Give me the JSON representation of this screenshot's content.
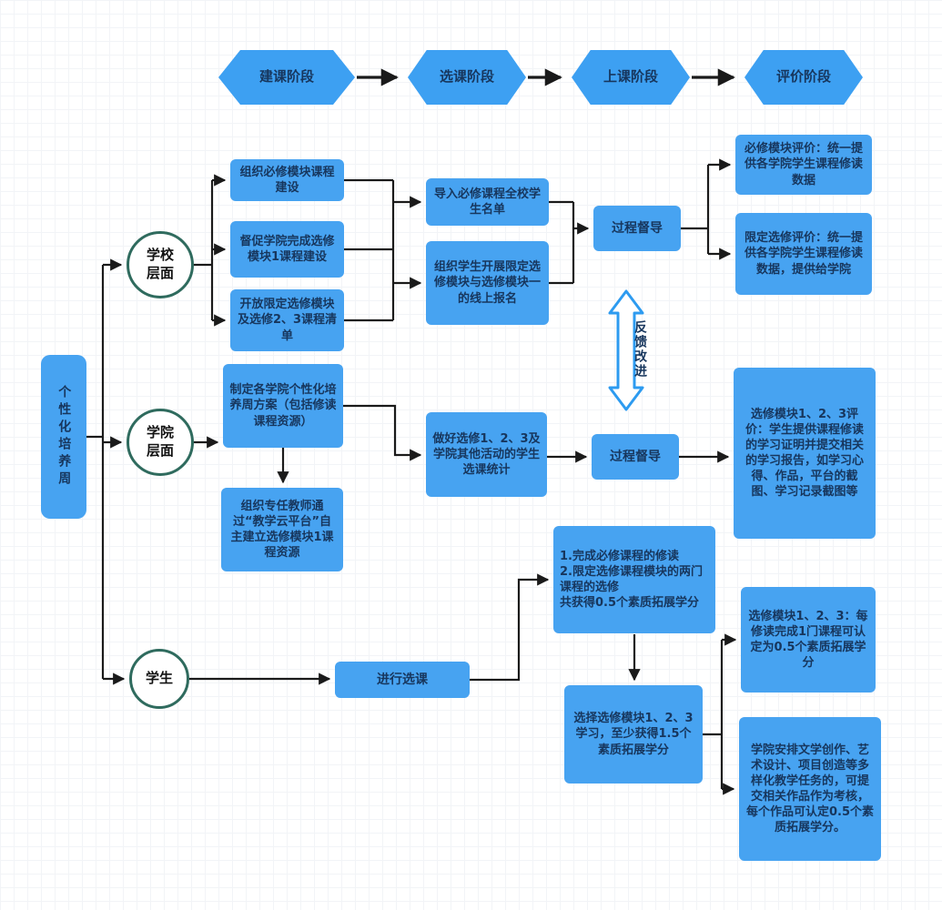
{
  "colors": {
    "node_fill": "#47a3f1",
    "hex_fill": "#3da0f2",
    "node_text": "#17365d",
    "circle_border": "#2f6b5e",
    "connector": "#1a1a1a",
    "feedback_stroke": "#2d9bf0"
  },
  "phases": [
    {
      "label": "建课阶段"
    },
    {
      "label": "选课阶段"
    },
    {
      "label": "上课阶段"
    },
    {
      "label": "评价阶段"
    }
  ],
  "root": {
    "label": "个性化培养周"
  },
  "levels": {
    "school": "学校层面",
    "college": "学院层面",
    "student": "学生"
  },
  "school": {
    "tasks": [
      {
        "label": "组织必修模块课程建设"
      },
      {
        "label": "督促学院完成选修模块1课程建设"
      },
      {
        "label": "开放限定选修模块及选修2、3课程清单"
      }
    ],
    "actions": [
      {
        "label": "导入必修课程全校学生名单"
      },
      {
        "label": "组织学生开展限定选修模块与选修模块一的线上报名"
      }
    ],
    "supervision": "过程督导",
    "evaluations": [
      {
        "label": "必修模块评价：统一提供各学院学生课程修读数据"
      },
      {
        "label": "限定选修评价：统一提供各学院学生课程修读数据，提供给学院"
      }
    ]
  },
  "feedback": {
    "label": "反馈改进"
  },
  "college": {
    "plan": "制定各学院个性化培养周方案（包括修读课程资源）",
    "platform": "组织专任教师通过“教学云平台”自主建立选修模块1课程资源",
    "stats": "做好选修1、2、3及学院其他活动的学生选课统计",
    "supervision": "过程督导",
    "evaluation": "选修模块1、2、3评价：学生提供课程修读的学习证明并提交相关的学习报告，如学习心得、作品，平台的截图、学习记录截图等"
  },
  "student": {
    "select": "进行选课",
    "required": "1.完成必修课程的修读\n2.限定选修课程模块的两门课程的选修\n共获得0.5个素质拓展学分",
    "elective": "选择选修模块1、2、3学习，至少获得1.5个素质拓展学分",
    "module_credit": "选修模块1、2、3：每修读完成1门课程可认定为0.5个素质拓展学分",
    "work_credit": "学院安排文学创作、艺术设计、项目创造等多样化教学任务的，可提交相关作品作为考核，每个作品可认定0.5个素质拓展学分。"
  }
}
